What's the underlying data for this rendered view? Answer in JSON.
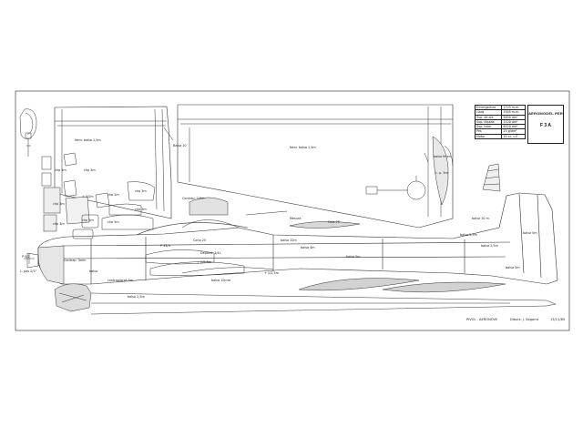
{
  "title_block": {
    "name": "AEROMODEL PER",
    "class": "F 3 A"
  },
  "specs": [
    {
      "label": "Envergadura",
      "value": "1725 m.m."
    },
    {
      "label": "Llarg",
      "value": "1505 m.m."
    },
    {
      "label": "Sup. de ala",
      "value": "5630 dm²"
    },
    {
      "label": "Sup. Alçada",
      "value": "1120 dm²"
    },
    {
      "label": "Sup. total",
      "value": "6520 dm²"
    },
    {
      "label": "Pes",
      "value": "25 g/dm²"
    },
    {
      "label": "Motor",
      "value": "10 cc. c.E."
    }
  ],
  "footer": {
    "club": "PIVOL - AERONOVE",
    "designer": "Dibuix: J. Segarra",
    "date": "13/11/85"
  },
  "labels": {
    "nerve_1": "Nerv. balsa 1,5m",
    "nerve_2": "Nerv. balsa 1,5m",
    "balsa_10": "Balsa 10",
    "balsa_9": "balsa 9mm",
    "balsa_tail": "balsa 10 m",
    "balsa_fin": "balsa 5m",
    "balsa_2": "balsa 2,5m",
    "balsa_3": "balsa 2,5m",
    "balsa_4": "balsa 4m",
    "balsa_5": "balsa 5m",
    "balsa_6": "balsa 5m",
    "fuselage_1": "balsa 12m",
    "fuselage_2": "P 33/3",
    "fuselage_3": "Cono 25",
    "fuselage_4": "+ 1/2,5m",
    "fuselage_5": "+ 1/2,5m",
    "fuselage_6": "balsa 10mm",
    "fuselage_7": "balsa 2,5m",
    "fuselage_8": "balsa",
    "fuselage_9": "contraplacat 3m",
    "part_1": "chp 5m",
    "part_2": "chp 3m",
    "part_3": "chp 3m",
    "part_4": "chp 2m",
    "part_5": "chp 3m",
    "part_6": "chp 3m",
    "part_7": "chp 3m",
    "part_8": "chp 3m",
    "part_9": "chp 5m",
    "part_10": "+ 1/2m",
    "spinner": "Contrap. 3mm",
    "pilot": "P 5/2",
    "blade": "L. pes 2/3\"",
    "mesh": "Mesura",
    "tail_wheel": "c. p. 5m",
    "rudder": "Contrap. 2,5m",
    "tank": "Deposit. 1/4L",
    "nut": "Cola 25"
  }
}
